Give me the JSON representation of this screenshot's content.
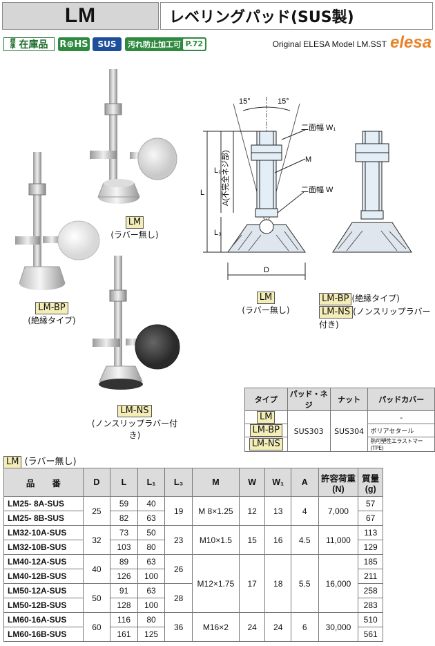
{
  "header": {
    "model": "LM",
    "title": "レベリングパッド(SUS製)"
  },
  "badges": {
    "stock_small": "標準",
    "stock_large": "在庫品",
    "rohs": "R⊕HS",
    "sus": "SUS",
    "anti": "汚れ防止加工可",
    "anti_page": "P.72"
  },
  "origin": {
    "text": "Original ELESA Model LM.SST",
    "brand": "elesa"
  },
  "photos": {
    "lm": {
      "label": "LM",
      "sub": "(ラバー無し)"
    },
    "lmbp": {
      "label": "LM-BP",
      "sub": "(絶縁タイプ)"
    },
    "lmns": {
      "label": "LM-NS",
      "sub": "(ノンスリップラバー付き)"
    }
  },
  "drawing": {
    "angle_left": "15°",
    "angle_right": "15°",
    "w1": "二面幅 W₁",
    "m": "M",
    "w": "二面幅 W",
    "l": "L",
    "l1": "L₁",
    "a": "A(不完全ネジ部)",
    "l3": "L₃",
    "d": "D",
    "lm_label": "LM",
    "lm_sub": "(ラバー無し)",
    "bp_label": "LM-BP",
    "bp_sub": "(絶縁タイプ)",
    "ns_label": "LM-NS",
    "ns_sub": "(ノンスリップラバー付き)"
  },
  "materials": {
    "headers": [
      "タイプ",
      "パッド・ネジ",
      "ナット",
      "パッドカバー"
    ],
    "types": [
      "LM",
      "LM-BP",
      "LM-NS"
    ],
    "pad_screw": "SUS303",
    "nut": "SUS304",
    "covers": [
      "-",
      "ポリアセタール",
      "熱可塑性エラストマー(TPE)"
    ]
  },
  "table_title": {
    "label": "LM",
    "sub": "(ラバー無し)"
  },
  "table": {
    "headers": {
      "pn": "品　　番",
      "d": "D",
      "l": "L",
      "l1": "L₁",
      "l3": "L₃",
      "m": "M",
      "w": "W",
      "w1": "W₁",
      "a": "A",
      "load": "許容荷重\n(N)",
      "mass": "質量\n(g)"
    },
    "groups": [
      {
        "d": "25",
        "l3": "19",
        "m": "M 8×1.25",
        "w": "12",
        "w1": "13",
        "a": "4",
        "load": "7,000",
        "rows": [
          {
            "pn": "LM25- 8A-SUS",
            "l": "59",
            "l1": "40",
            "mass": "57"
          },
          {
            "pn": "LM25- 8B-SUS",
            "l": "82",
            "l1": "63",
            "mass": "67"
          }
        ]
      },
      {
        "d": "32",
        "l3": "23",
        "m": "M10×1.5",
        "w": "15",
        "w1": "16",
        "a": "4.5",
        "load": "11,000",
        "rows": [
          {
            "pn": "LM32-10A-SUS",
            "l": "73",
            "l1": "50",
            "mass": "113"
          },
          {
            "pn": "LM32-10B-SUS",
            "l": "103",
            "l1": "80",
            "mass": "129"
          }
        ]
      },
      {
        "d": "40",
        "l3": "26",
        "m": "M12×1.75",
        "w": "17",
        "w1": "18",
        "a": "5.5",
        "load": "16,000",
        "rows": [
          {
            "pn": "LM40-12A-SUS",
            "l": "89",
            "l1": "63",
            "mass": "185"
          },
          {
            "pn": "LM40-12B-SUS",
            "l": "126",
            "l1": "100",
            "mass": "211"
          }
        ]
      },
      {
        "d": "50",
        "l3": "28",
        "rows": [
          {
            "pn": "LM50-12A-SUS",
            "l": "91",
            "l1": "63",
            "mass": "258"
          },
          {
            "pn": "LM50-12B-SUS",
            "l": "128",
            "l1": "100",
            "mass": "283"
          }
        ]
      },
      {
        "d": "60",
        "l3": "36",
        "m": "M16×2",
        "w": "24",
        "w1": "24",
        "a": "6",
        "load": "30,000",
        "rows": [
          {
            "pn": "LM60-16A-SUS",
            "l": "116",
            "l1": "80",
            "mass": "510"
          },
          {
            "pn": "LM60-16B-SUS",
            "l": "161",
            "l1": "125",
            "mass": "561"
          }
        ]
      }
    ]
  }
}
